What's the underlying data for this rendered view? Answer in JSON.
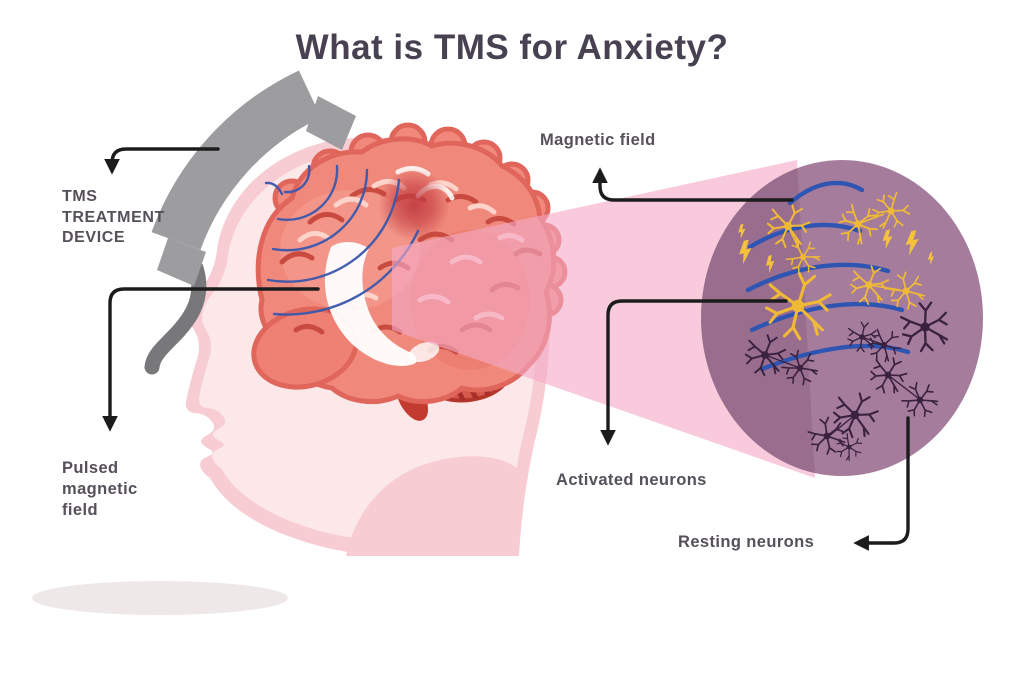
{
  "title": "What is TMS for Anxiety?",
  "labels": {
    "device_lines": [
      "TMS",
      "TREATMENT",
      "DEVICE"
    ],
    "pulsed_lines": [
      "Pulsed",
      "magnetic",
      "field"
    ],
    "magnetic_field": "Magnetic field",
    "activated_neurons": "Activated neurons",
    "resting_neurons": "Resting neurons"
  },
  "annotations": [
    {
      "label": "TMS TREATMENT DEVICE",
      "points_to": "gray coil device resting on top of the head"
    },
    {
      "label": "Pulsed magnetic field",
      "points_to": "blue concentric arcs inside the brain"
    },
    {
      "label": "Magnetic field",
      "points_to": "blue field arcs inside the magnified circle"
    },
    {
      "label": "Activated neurons",
      "points_to": "yellow firing neuron in the magnified circle"
    },
    {
      "label": "Resting neurons",
      "points_to": "dark inactive neurons in the magnified circle"
    }
  ],
  "figure": {
    "head": "human head in left-facing profile, pink silhouette",
    "brain": "coral-red brain with gyri squiggles, cerebellum and brainstem",
    "device": "gray curved TMS coil with cable, touching top of skull",
    "beam": "pink magnification cone from brain cortex to circular inset",
    "magnified_circle": {
      "shape": "circle",
      "field_arc_count": 5,
      "activated_neuron_count": 7,
      "lightning_bolt_count": 6,
      "resting_neuron_count": 10
    }
  },
  "colors": {
    "background": "#ffffff",
    "title_text": "#474151",
    "label_text": "#56505a",
    "arrow_black": "#1d1c1c",
    "head_outer_pink": "#f7ccd2",
    "head_inner_pink": "#fce7e9",
    "brain_coral": "#f0897c",
    "brain_outline": "#e0655a",
    "brain_detail_dark": "#c94b3f",
    "brain_detail_light": "#fdd3ca",
    "deep_red": "#c23a30",
    "device_gray": "#9d9da0",
    "cable_gray": "#78787b",
    "field_blue": "#2e55b2",
    "beam_pink": "#f6c9d6",
    "circle_mauve": "#a57c9c",
    "neuron_yellow": "#f1ba36",
    "neuron_dark": "#3a2140"
  }
}
